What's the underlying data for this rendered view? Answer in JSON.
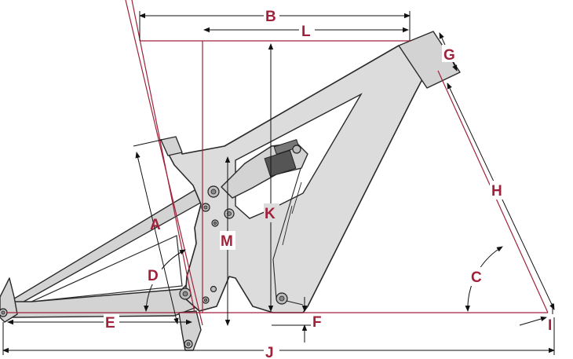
{
  "diagram": {
    "colors": {
      "label": "#a0223a",
      "geometry_line": "#a0223a",
      "dimension_line": "#111111",
      "frame_fill": "#dcdcdc",
      "frame_outline": "#2a2a2a"
    },
    "labels": {
      "A": "A",
      "B": "B",
      "C": "C",
      "D": "D",
      "E": "E",
      "F": "F",
      "G": "G",
      "H": "H",
      "I": "I",
      "J": "J",
      "K": "K",
      "L": "L",
      "M": "M"
    }
  }
}
